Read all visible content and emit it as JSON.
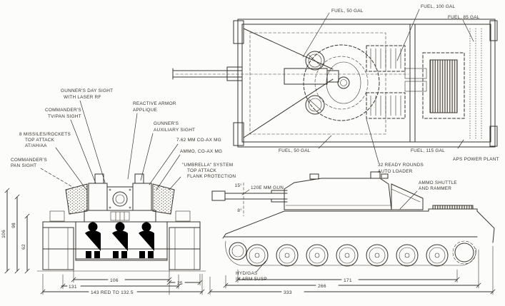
{
  "ink_color": "#39342e",
  "top_view": {
    "fuel_labels": {
      "top_left": "FUEL, 50 GAL",
      "top_right": "FUEL, 100 GAL",
      "far_right": "FUEL, 85 GAL",
      "bottom_left": "FUEL, 50 GAL",
      "bottom_right": "FUEL, 115 GAL"
    },
    "auto_loader": [
      "32 READY ROUNDS",
      "AUTO LOADER"
    ],
    "power_plant": "APS POWER PLANT"
  },
  "front_view": {
    "labels": {
      "gunner_day_sight": [
        "GUNNER'S DAY SIGHT",
        "WITH LASER RF"
      ],
      "commander_tv_sight": [
        "COMMANDER'S",
        "TV/PAN SIGHT"
      ],
      "reactive_armor": [
        "REACTIVE ARMOR",
        "APPLIQUE"
      ],
      "gunner_aux_sight": [
        "GUNNER'S",
        "AUXILIARY SIGHT"
      ],
      "missiles": [
        "8 MISSILES/ROCKETS",
        "TOP ATTACK",
        "AT/AH/AA"
      ],
      "coax_mg": "7.62 MM CO-AX MG",
      "ammo_coax": "AMMO, CO-AX MG",
      "commander_pan_sight": [
        "COMMANDER'S",
        "PAN SIGHT"
      ],
      "umbrella": [
        "\"UMBRELLA\" SYSTEM",
        "TOP ATTACK",
        "FLANK PROTECTION"
      ]
    },
    "dimensions": {
      "height_overall": "106",
      "height_sight": "98",
      "height_hull": "62",
      "width_hull": "106",
      "width_track_centers": "131",
      "width_overall": "143 RED TO 132.5",
      "track_width": "25"
    }
  },
  "side_view": {
    "labels": {
      "main_gun": "120E MM GUN",
      "elevation": "15°",
      "depression": "8°",
      "ammo_shuttle": [
        "AMMO SHUTTLE",
        "AND RAMMER"
      ],
      "suspension": [
        "HYD/GAS",
        "IN ARM SUSP"
      ]
    },
    "dimensions": {
      "track_length": "171",
      "hull_length": "266",
      "overall_length": "333"
    }
  }
}
